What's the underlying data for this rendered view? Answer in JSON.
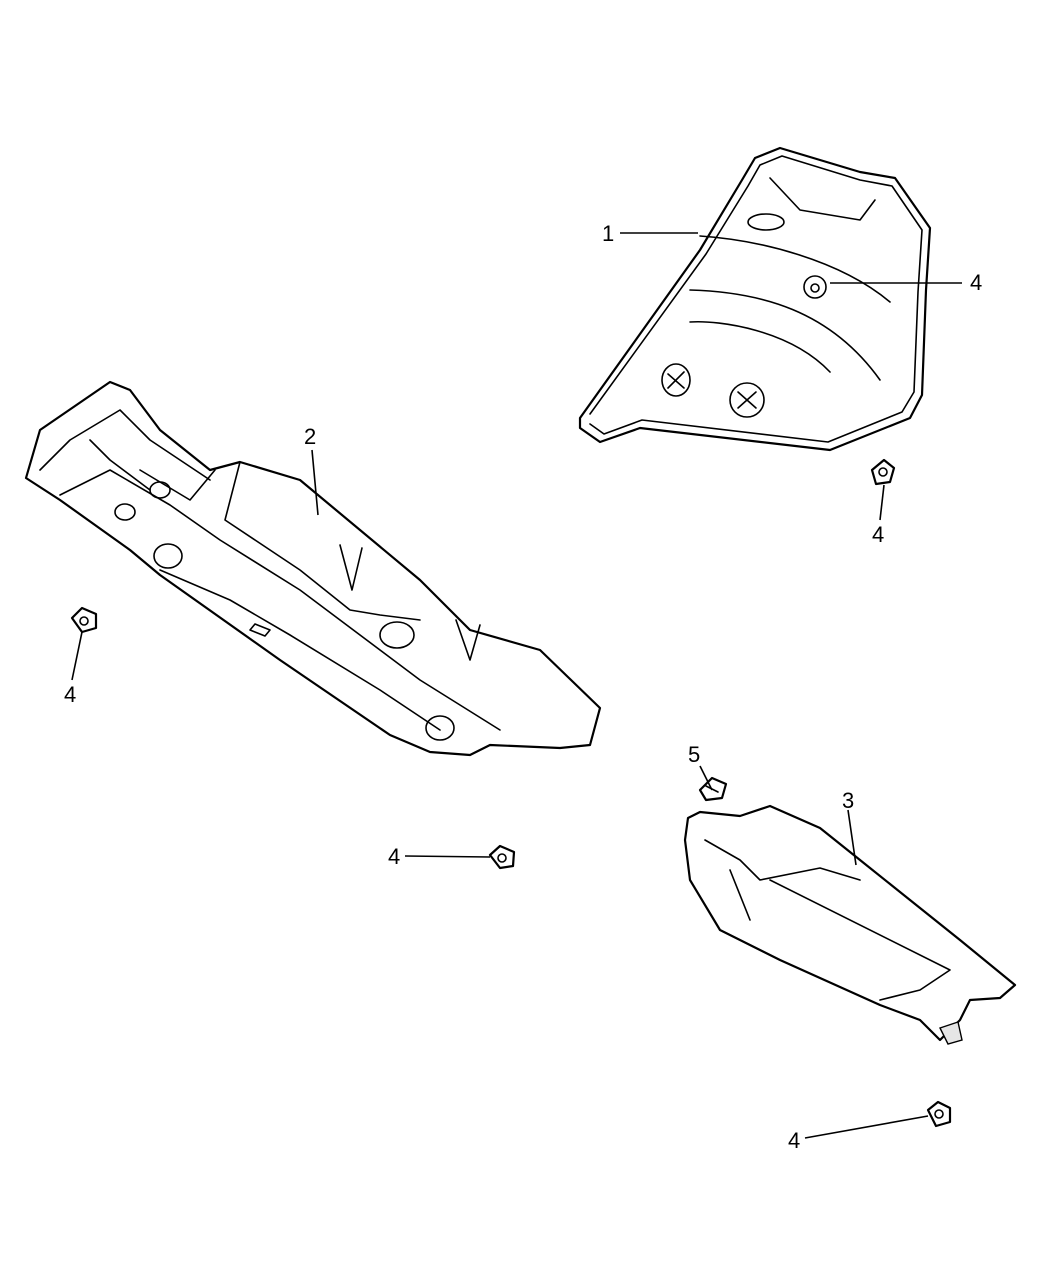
{
  "callouts": [
    {
      "id": "c1",
      "label": "1"
    },
    {
      "id": "c2",
      "label": "2"
    },
    {
      "id": "c3",
      "label": "3"
    },
    {
      "id": "c4a",
      "label": "4"
    },
    {
      "id": "c4b",
      "label": "4"
    },
    {
      "id": "c4c",
      "label": "4"
    },
    {
      "id": "c4d",
      "label": "4"
    },
    {
      "id": "c4e",
      "label": "4"
    },
    {
      "id": "c5",
      "label": "5"
    }
  ]
}
